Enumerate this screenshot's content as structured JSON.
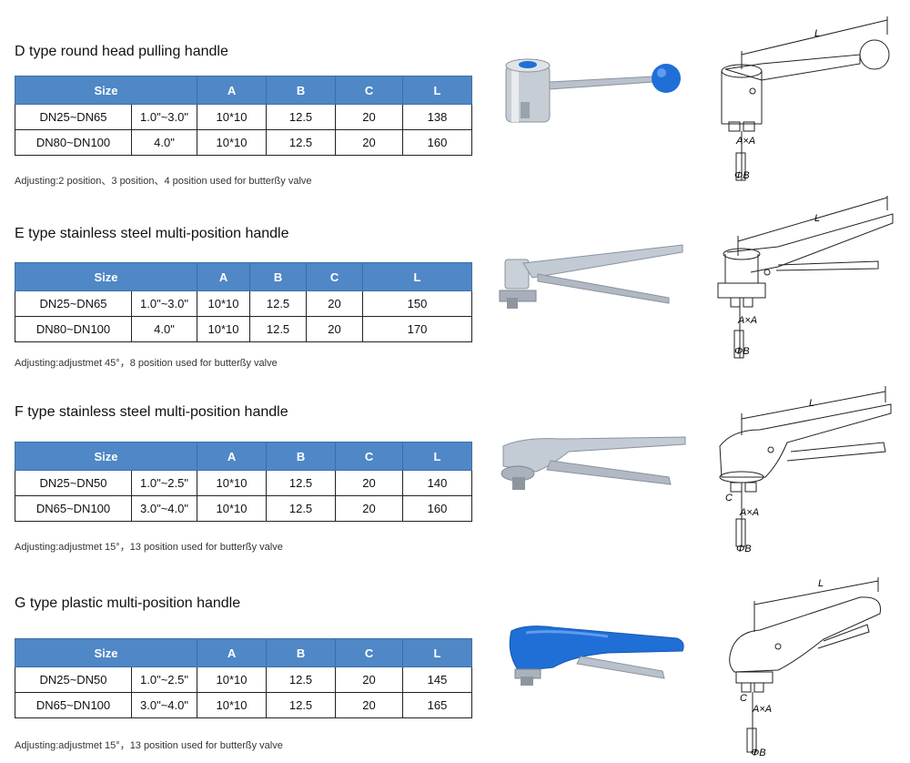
{
  "sections": [
    {
      "title": "D type round head pulling handle",
      "headers": [
        "Size",
        "A",
        "B",
        "C",
        "L"
      ],
      "rows": [
        [
          "DN25~DN65",
          "1.0\"~3.0\"",
          "10*10",
          "12.5",
          "20",
          "138"
        ],
        [
          "DN80~DN100",
          "4.0\"",
          "10*10",
          "12.5",
          "20",
          "160"
        ]
      ],
      "note": "Adjusting:2 position、3 position、4 position used for butterßy valve",
      "drawing_labels": {
        "length": "L",
        "square": "A×A",
        "bore": "ΦB"
      }
    },
    {
      "title": "E type stainless steel multi-position handle",
      "headers": [
        "Size",
        "A",
        "B",
        "C",
        "L"
      ],
      "rows": [
        [
          "DN25~DN65",
          "1.0\"~3.0\"",
          "10*10",
          "12.5",
          "20",
          "150"
        ],
        [
          "DN80~DN100",
          "4.0\"",
          "10*10",
          "12.5",
          "20",
          "170"
        ]
      ],
      "note": "Adjusting:adjustmet 45°，8 position used for butterßy valve",
      "drawing_labels": {
        "length": "L",
        "square": "A×A",
        "bore": "ΦB"
      }
    },
    {
      "title": "F type stainless steel multi-position handle",
      "headers": [
        "Size",
        "A",
        "B",
        "C",
        "L"
      ],
      "rows": [
        [
          "DN25~DN50",
          "1.0\"~2.5\"",
          "10*10",
          "12.5",
          "20",
          "140"
        ],
        [
          "DN65~DN100",
          "3.0\"~4.0\"",
          "10*10",
          "12.5",
          "20",
          "160"
        ]
      ],
      "note": "Adjusting:adjustmet 15°，13 position used for butterßy valve",
      "drawing_labels": {
        "length": "L",
        "c": "C",
        "square": "A×A",
        "bore": "ΦB"
      }
    },
    {
      "title": "G type plastic multi-position handle",
      "headers": [
        "Size",
        "A",
        "B",
        "C",
        "L"
      ],
      "rows": [
        [
          "DN25~DN50",
          "1.0\"~2.5\"",
          "10*10",
          "12.5",
          "20",
          "145"
        ],
        [
          "DN65~DN100",
          "3.0\"~4.0\"",
          "10*10",
          "12.5",
          "20",
          "165"
        ]
      ],
      "note": "Adjusting:adjustmet 15°，13 position used for butterßy valve",
      "drawing_labels": {
        "length": "L",
        "c": "C",
        "square": "A×A",
        "bore": "ΦB"
      }
    }
  ],
  "colors": {
    "header_bg": "#4f87c7",
    "handle_blue": "#1f6fd6",
    "steel": "#b9c2cc"
  },
  "icons": [
    "d-handle-photo",
    "d-handle-drawing",
    "e-handle-photo",
    "e-handle-drawing",
    "f-handle-photo",
    "f-handle-drawing",
    "g-handle-photo",
    "g-handle-drawing"
  ]
}
